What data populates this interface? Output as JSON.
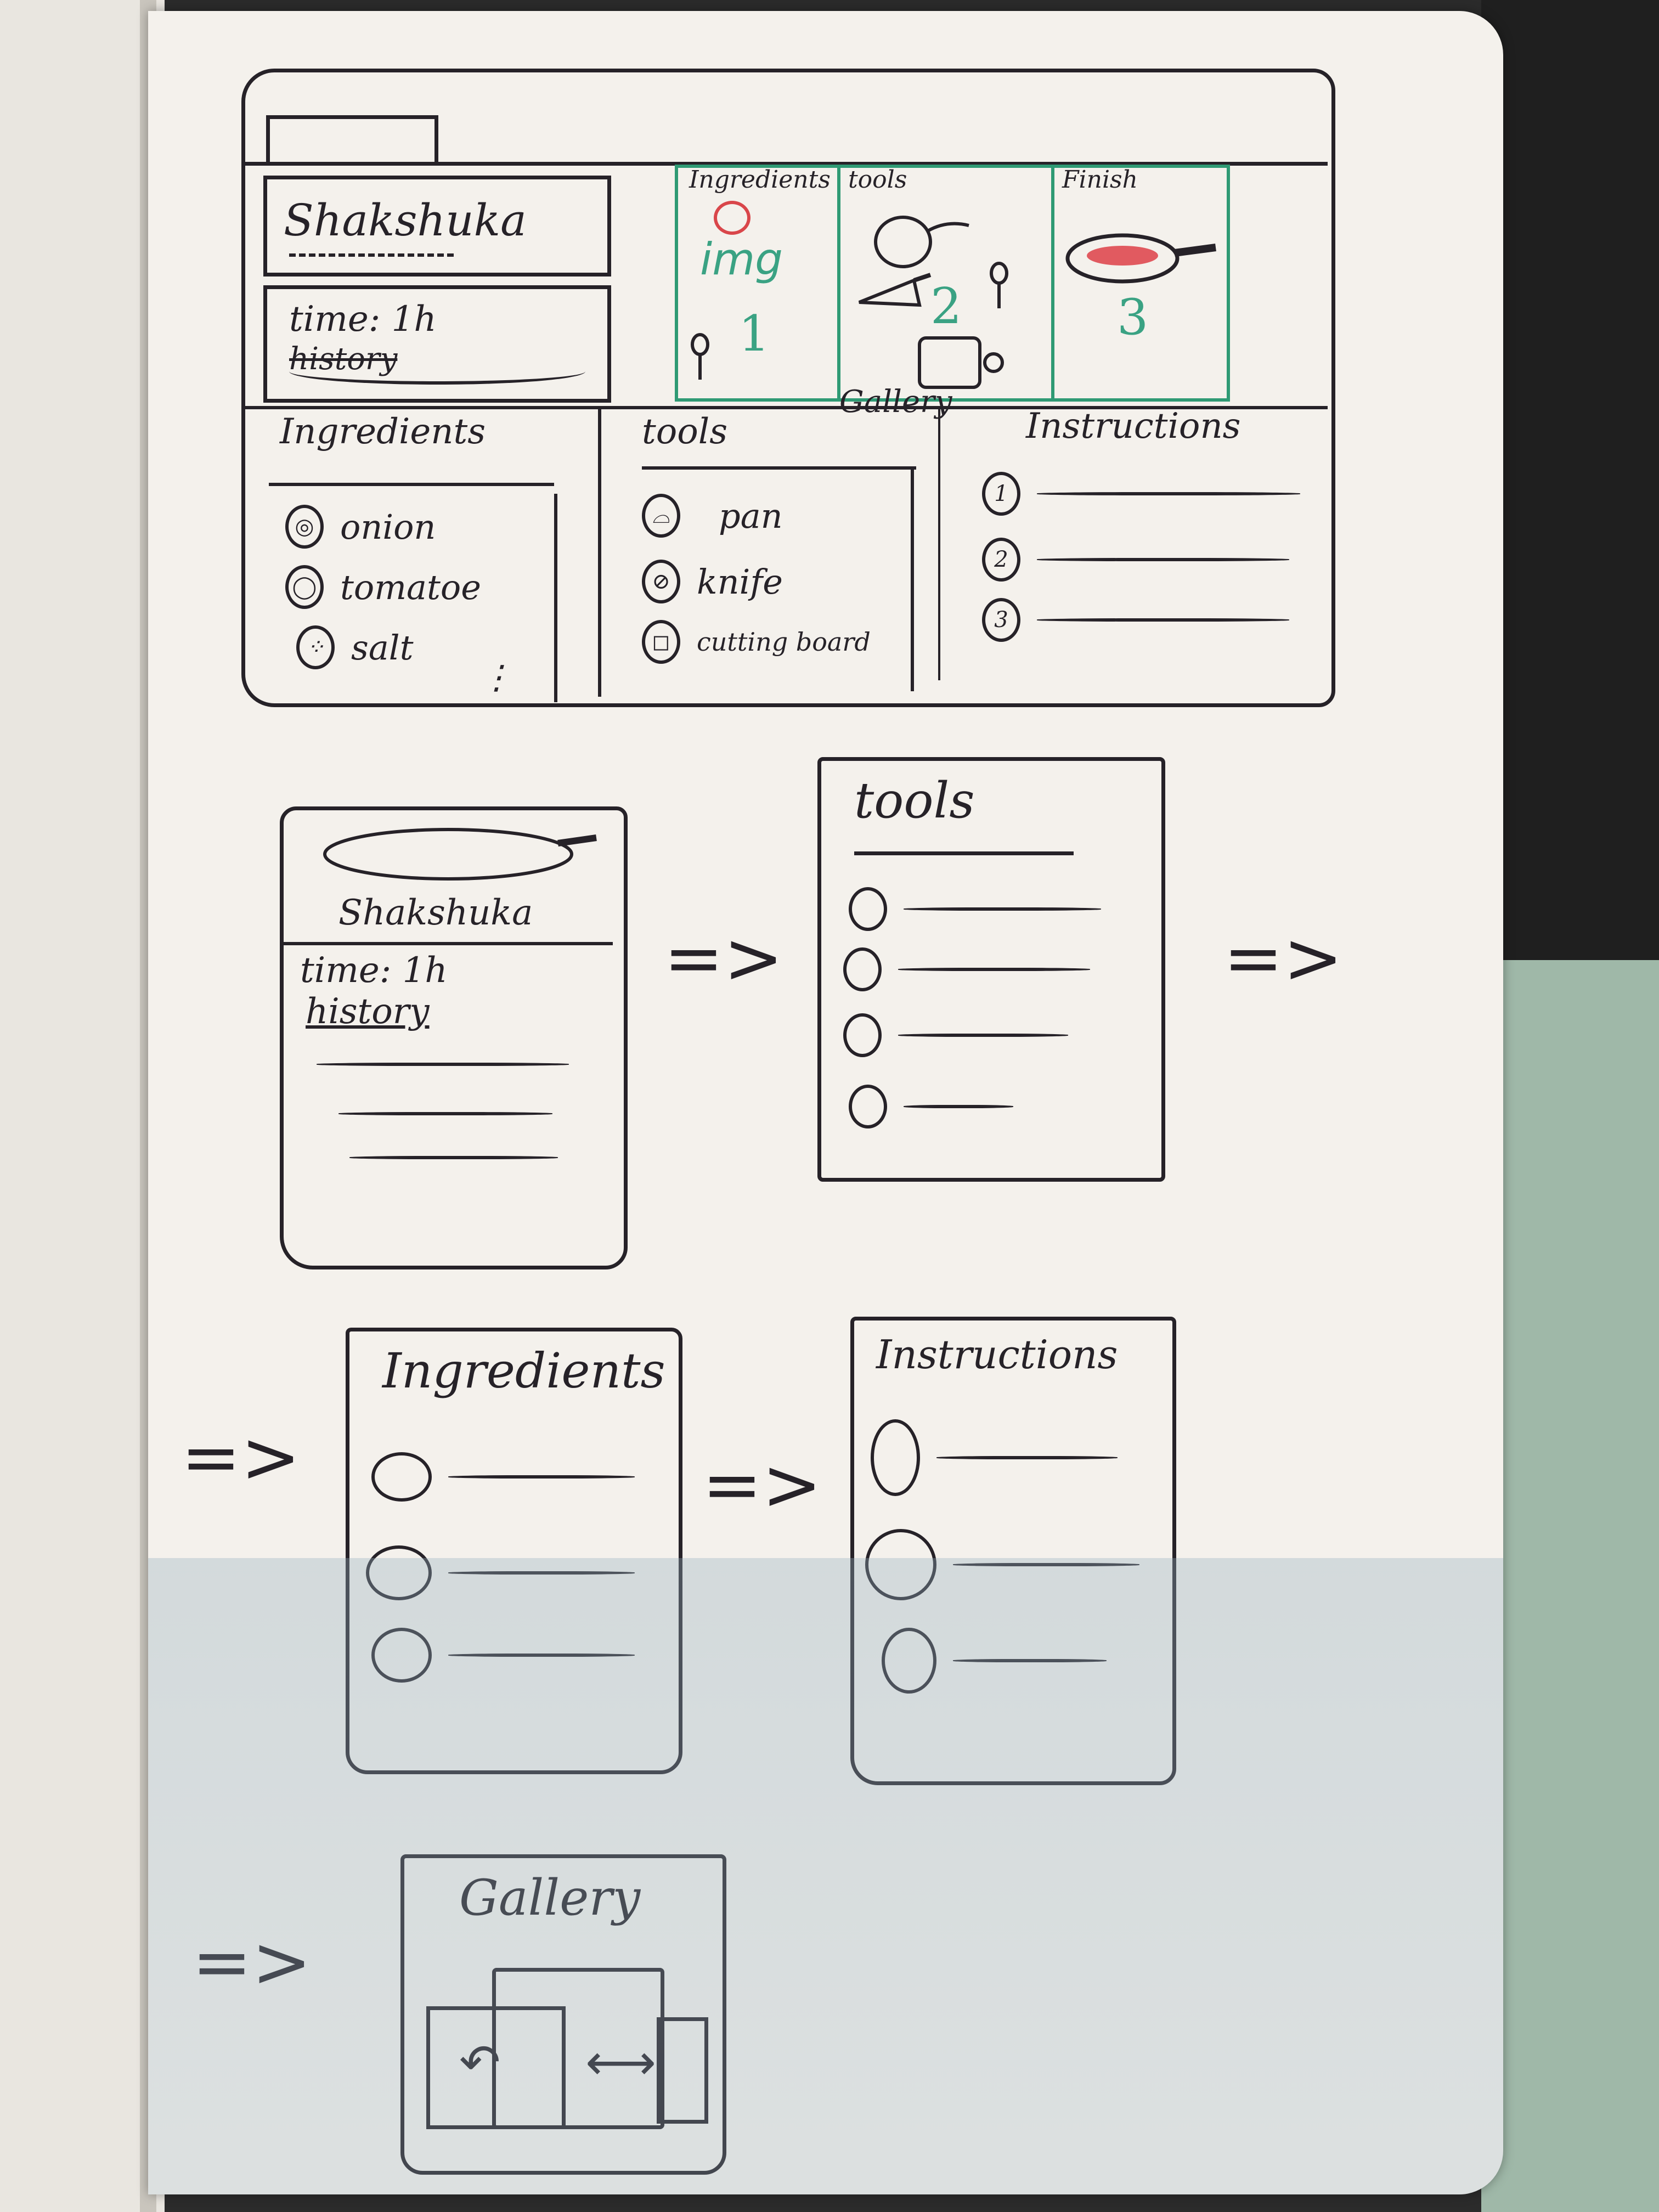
{
  "desktop_wireframe": {
    "title_card": {
      "title": "Shakshuka"
    },
    "info_card": {
      "time": "time: 1h",
      "history": "history"
    },
    "gallery_strip": {
      "columns": [
        {
          "label": "Ingredients",
          "number": "1",
          "placeholder": "img"
        },
        {
          "label": "tools",
          "number": "2"
        },
        {
          "label": "Finish",
          "number": "3"
        }
      ]
    },
    "ingredients": {
      "heading": "Ingredients",
      "items": [
        {
          "label": "onion"
        },
        {
          "label": "tomatoe"
        },
        {
          "label": "salt"
        }
      ],
      "more": "⋮"
    },
    "tools": {
      "heading": "tools",
      "items": [
        {
          "label": "pan"
        },
        {
          "label": "knife"
        },
        {
          "label": "cutting board"
        }
      ]
    },
    "gallery_label": "Gallery",
    "instructions": {
      "heading": "Instructions",
      "steps": [
        {
          "num": "1"
        },
        {
          "num": "2"
        },
        {
          "num": "3"
        }
      ]
    }
  },
  "mobile_flow": {
    "screen_overview": {
      "title": "Shakshuka",
      "time": "time: 1h",
      "history": "history"
    },
    "screen_tools": {
      "heading": "tools",
      "item_count": 4
    },
    "screen_ingredients": {
      "heading": "Ingredients",
      "item_count": 3
    },
    "screen_instructions": {
      "heading": "Instructions",
      "item_count": 3
    },
    "screen_gallery": {
      "heading": "Gallery"
    },
    "arrow": "=>"
  },
  "colors": {
    "ink": "#262228",
    "green": "#2f9a74",
    "red": "#d9464a",
    "paper": "#f4f1ec"
  }
}
